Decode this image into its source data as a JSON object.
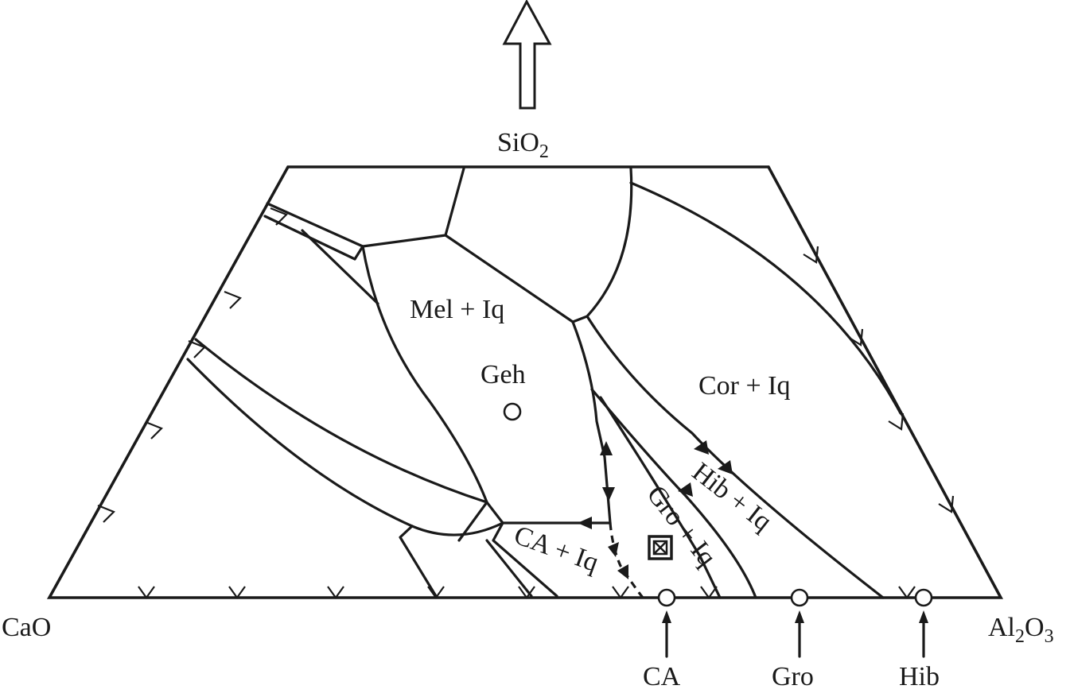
{
  "apex_label": {
    "base": "SiO",
    "sub": "2"
  },
  "corners": {
    "left": "CaO",
    "right": {
      "base": "Al",
      "sub1": "2",
      "mid": "O",
      "sub2": "3"
    }
  },
  "fields": {
    "melilite": "Mel + Iq",
    "corundum": "Cor + Iq",
    "hibonite": "Hib + Iq",
    "grossite": "Gro + Iq",
    "ca": "CA + Iq"
  },
  "phase_points": {
    "gehlenite": "Geh",
    "ca": "CA",
    "grossite": "Gro",
    "hibonite": "Hib"
  }
}
